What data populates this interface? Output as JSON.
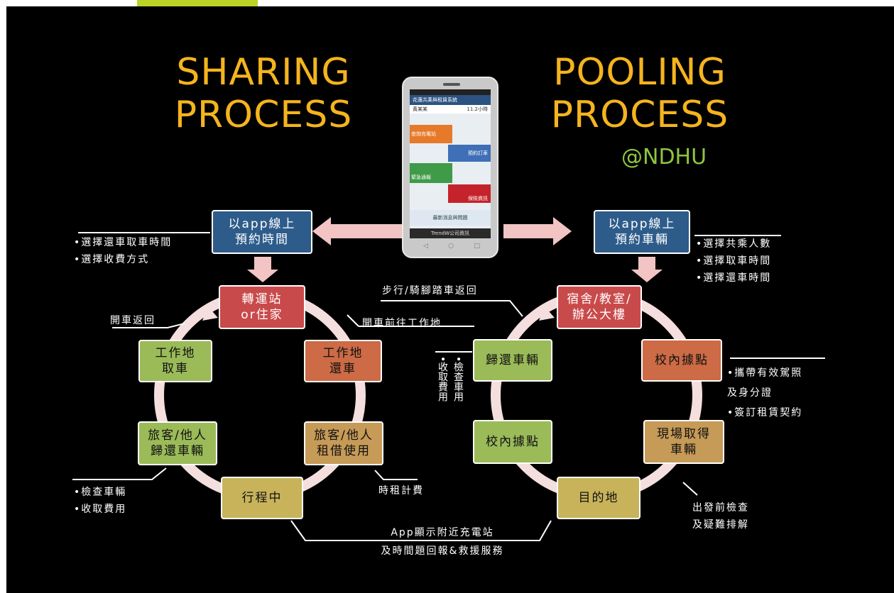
{
  "title_left": [
    "SHARING",
    "PROCESS"
  ],
  "title_right": [
    "POOLING",
    "PROCESS"
  ],
  "subtitle_right": "@NDHU",
  "colors": {
    "title": "#f5b41e",
    "subtitle": "#8dc63f",
    "ring": "#f4dede",
    "arrow": "#f2c4c4"
  },
  "left": {
    "top_box": "以app線上\n預約時間",
    "top_notes": "•選擇還車取車時間\n•選擇收費方式",
    "hub": "轉運站\nor住家",
    "work_return": "工作地\n還車",
    "work_return_label": "開車前往工作地",
    "work_pickup": "工作地\n取車",
    "drive_back_label": "開車返回",
    "visitor_rent": "旅客/他人\n租借使用",
    "hourly_label": "時租計費",
    "visitor_return": "旅客/他人\n歸還車輛",
    "check_notes": "•檢查車輛\n•收取費用",
    "in_progress": "行程中"
  },
  "right": {
    "top_box": "以app線上\n預約車輛",
    "top_notes": "•選擇共乘人數\n•選擇取車時間\n•選擇還車時間",
    "hub": "宿舍/教室/\n辦公大樓",
    "walk_label": "步行/騎腳踏車返回",
    "campus_point_1": "校內據點",
    "license_notes": "•攜帶有效駕照\n及身分證\n•簽訂租賃契約",
    "onsite": "現場取得\n車輛",
    "inspect_label": "出發前檢查\n及疑難排解",
    "destination": "目的地",
    "campus_point_2": "校內據點",
    "return_vehicle": "歸還車輛",
    "return_notes": [
      "•檢查車用",
      "•收取費用"
    ]
  },
  "bottom_label": "App顯示附近充電站\n及時間題回報&救援服務",
  "phone": {
    "app_title": "花蓮共乘與租賃系統",
    "user": "黃某某",
    "balance": "11.2小時",
    "tile_1": "查詢充電站",
    "tile_2": "預約訂車",
    "tile_3": "緊急通報",
    "tile_4": "保險資訊",
    "banner": "最新消息與問題",
    "footer": "TrendW公司資訊"
  }
}
